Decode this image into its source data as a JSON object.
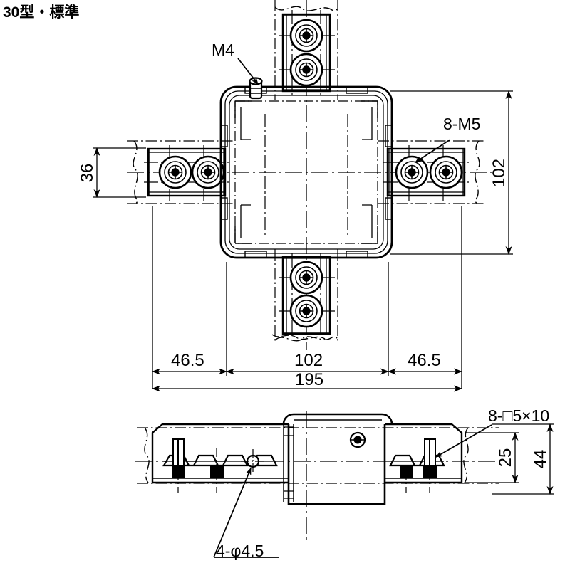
{
  "title": "30型・標準",
  "drawing": {
    "type": "mechanical-drawing",
    "description": "Cross-shaped cable-tray junction fitting, plan view and side elevation",
    "views": [
      {
        "name": "plan-view",
        "label": ""
      },
      {
        "name": "side-elevation",
        "label": ""
      }
    ],
    "labels": {
      "m4": "M4",
      "m5": "8-M5",
      "square_hole": "8-□5×10",
      "phi": "4-φ4.5"
    },
    "dimensions": {
      "left_width": "46.5",
      "center_width": "102",
      "right_width": "46.5",
      "total_width": "195",
      "arm_width": "36",
      "body_height": "102",
      "side_inner_height": "25",
      "side_total_height": "44"
    }
  }
}
